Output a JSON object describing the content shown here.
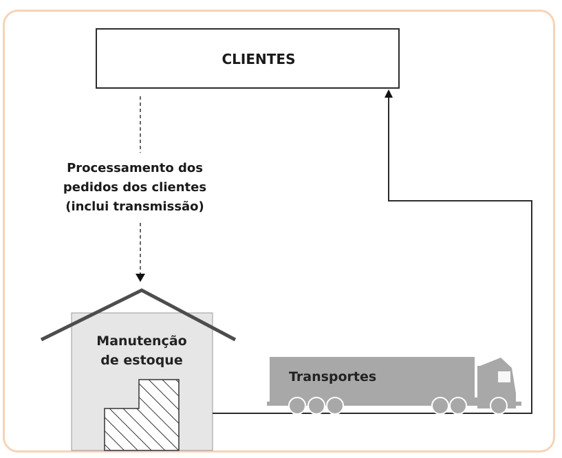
{
  "diagram": {
    "clients_label": "CLIENTES",
    "process_lines": [
      "Processamento dos",
      "pedidos dos clientes",
      "(inclui transmissão)"
    ],
    "warehouse_lines": [
      "Manutenção",
      "de estoque"
    ],
    "transport_label": "Transportes"
  },
  "colors": {
    "frame_border": "#f7d3b6",
    "line": "#2b2b2b",
    "roof": "#4d4d4d",
    "warehouse_fill": "#e6e6e6",
    "truck_fill": "#a8a8a8"
  }
}
